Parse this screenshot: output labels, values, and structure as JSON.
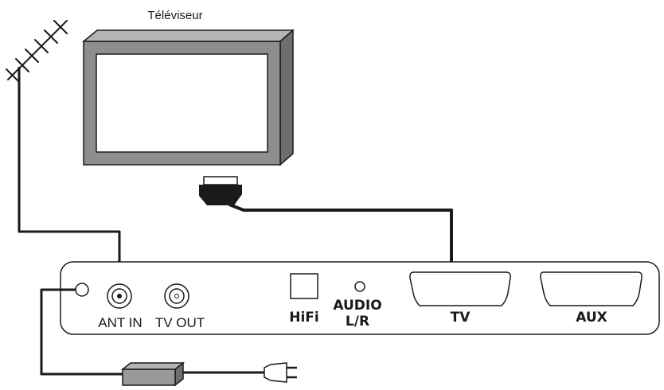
{
  "labels": {
    "tv": "Téléviseur",
    "ant_in": "ANT IN",
    "tv_out": "TV OUT",
    "hifi": "HiFi",
    "audio_line1": "AUDIO",
    "audio_line2": "L/R",
    "scart_tv": "TV",
    "scart_aux": "AUX"
  },
  "colors": {
    "line": "#1a1a1a",
    "tv_frame": "#8e8e8e",
    "tv_frame_dark": "#6e6e6e",
    "tv_frame_light": "#b4b4b4",
    "adapter": "#9a9a9a"
  },
  "icons": [
    "antenna-icon",
    "television-icon",
    "scart-plug-icon",
    "power-adapter-icon",
    "power-plug-icon"
  ]
}
